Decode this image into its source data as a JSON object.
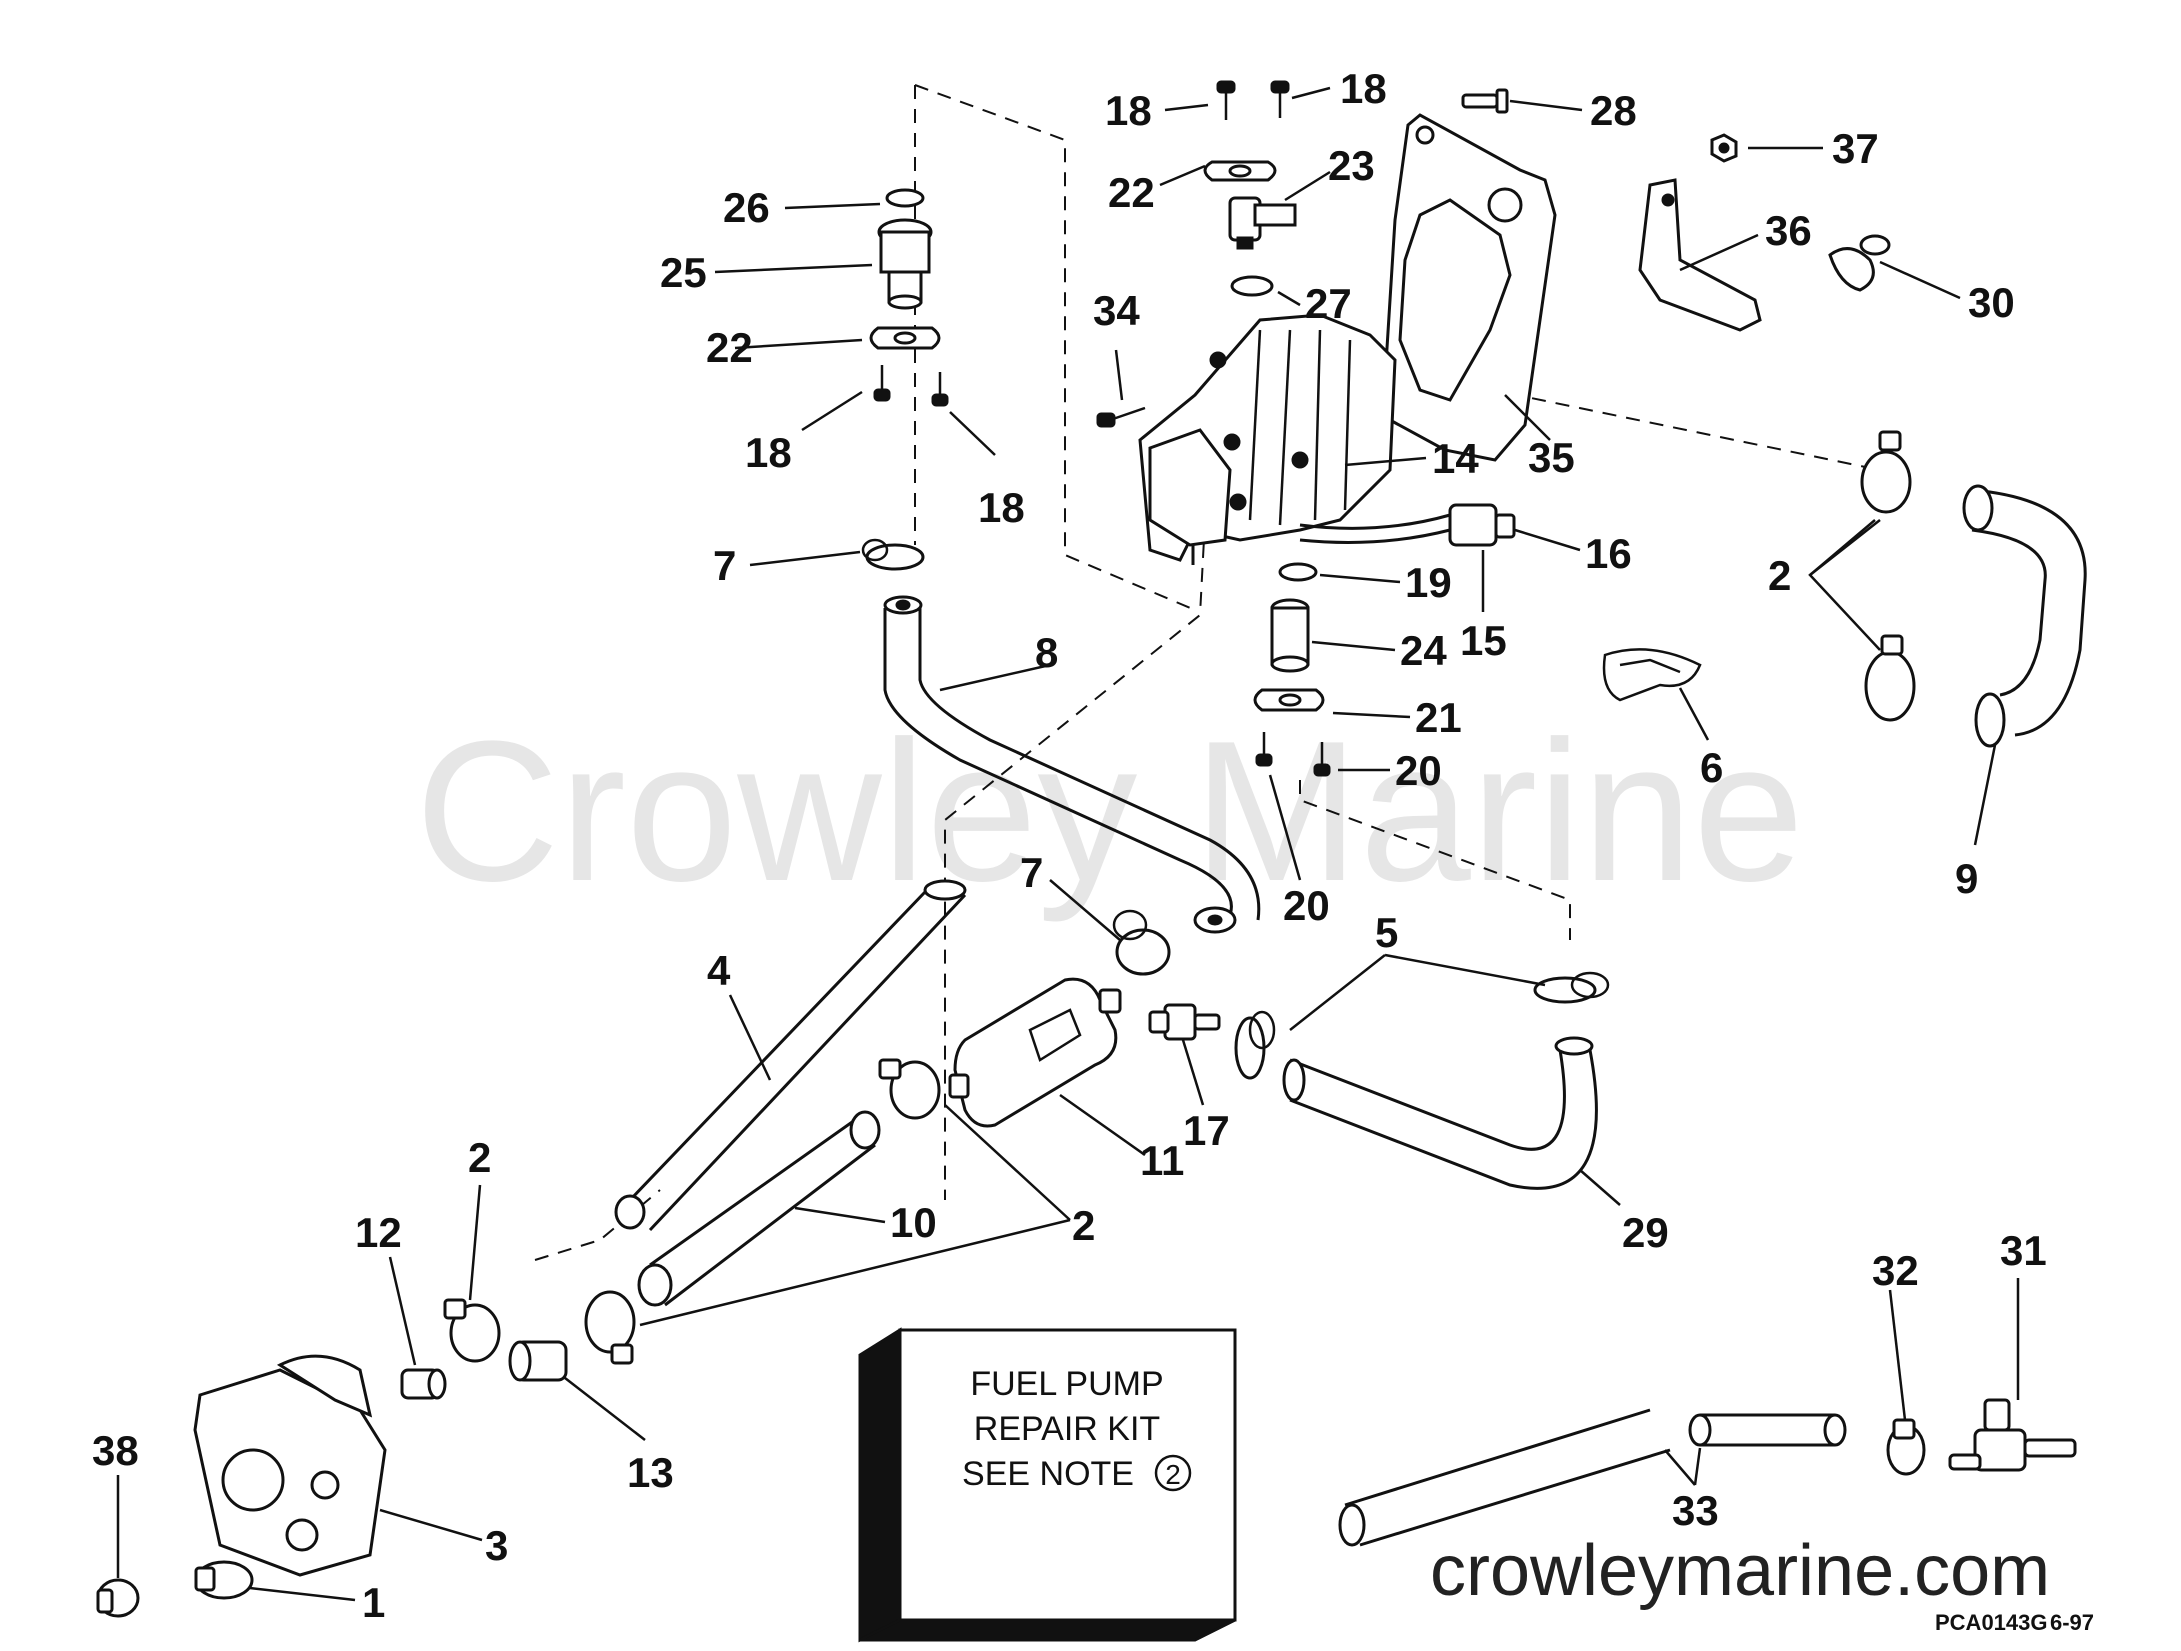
{
  "watermark": "Crowley Marine",
  "website": "crowleymarine.com",
  "drawing_code": "PCA0143G",
  "drawing_date": "6-97",
  "repair_kit_box": {
    "line1": "FUEL PUMP",
    "line2": "REPAIR KIT",
    "line3": "SEE NOTE",
    "note_number": "2"
  },
  "callouts": [
    {
      "id": "c18a",
      "text": "18"
    },
    {
      "id": "c18b",
      "text": "18"
    },
    {
      "id": "c28",
      "text": "28"
    },
    {
      "id": "c37",
      "text": "37"
    },
    {
      "id": "c22a",
      "text": "22"
    },
    {
      "id": "c23",
      "text": "23"
    },
    {
      "id": "c26",
      "text": "26"
    },
    {
      "id": "c36",
      "text": "36"
    },
    {
      "id": "c30",
      "text": "30"
    },
    {
      "id": "c25",
      "text": "25"
    },
    {
      "id": "c27",
      "text": "27"
    },
    {
      "id": "c22b",
      "text": "22"
    },
    {
      "id": "c34",
      "text": "34"
    },
    {
      "id": "c18c",
      "text": "18"
    },
    {
      "id": "c35",
      "text": "35"
    },
    {
      "id": "c14",
      "text": "14"
    },
    {
      "id": "c18d",
      "text": "18"
    },
    {
      "id": "c16",
      "text": "16"
    },
    {
      "id": "c7a",
      "text": "7"
    },
    {
      "id": "c19",
      "text": "19"
    },
    {
      "id": "c2a",
      "text": "2"
    },
    {
      "id": "c24",
      "text": "24"
    },
    {
      "id": "c15",
      "text": "15"
    },
    {
      "id": "c8",
      "text": "8"
    },
    {
      "id": "c21",
      "text": "21"
    },
    {
      "id": "c6",
      "text": "6"
    },
    {
      "id": "c20a",
      "text": "20"
    },
    {
      "id": "c9",
      "text": "9"
    },
    {
      "id": "c20b",
      "text": "20"
    },
    {
      "id": "c7b",
      "text": "7"
    },
    {
      "id": "c5",
      "text": "5"
    },
    {
      "id": "c4",
      "text": "4"
    },
    {
      "id": "c17",
      "text": "17"
    },
    {
      "id": "c11",
      "text": "11"
    },
    {
      "id": "c2b",
      "text": "2"
    },
    {
      "id": "c10",
      "text": "10"
    },
    {
      "id": "c2c",
      "text": "2"
    },
    {
      "id": "c29",
      "text": "29"
    },
    {
      "id": "c12",
      "text": "12"
    },
    {
      "id": "c32",
      "text": "32"
    },
    {
      "id": "c31",
      "text": "31"
    },
    {
      "id": "c13",
      "text": "13"
    },
    {
      "id": "c38",
      "text": "38"
    },
    {
      "id": "c3",
      "text": "3"
    },
    {
      "id": "c33",
      "text": "33"
    },
    {
      "id": "c1",
      "text": "1"
    }
  ]
}
